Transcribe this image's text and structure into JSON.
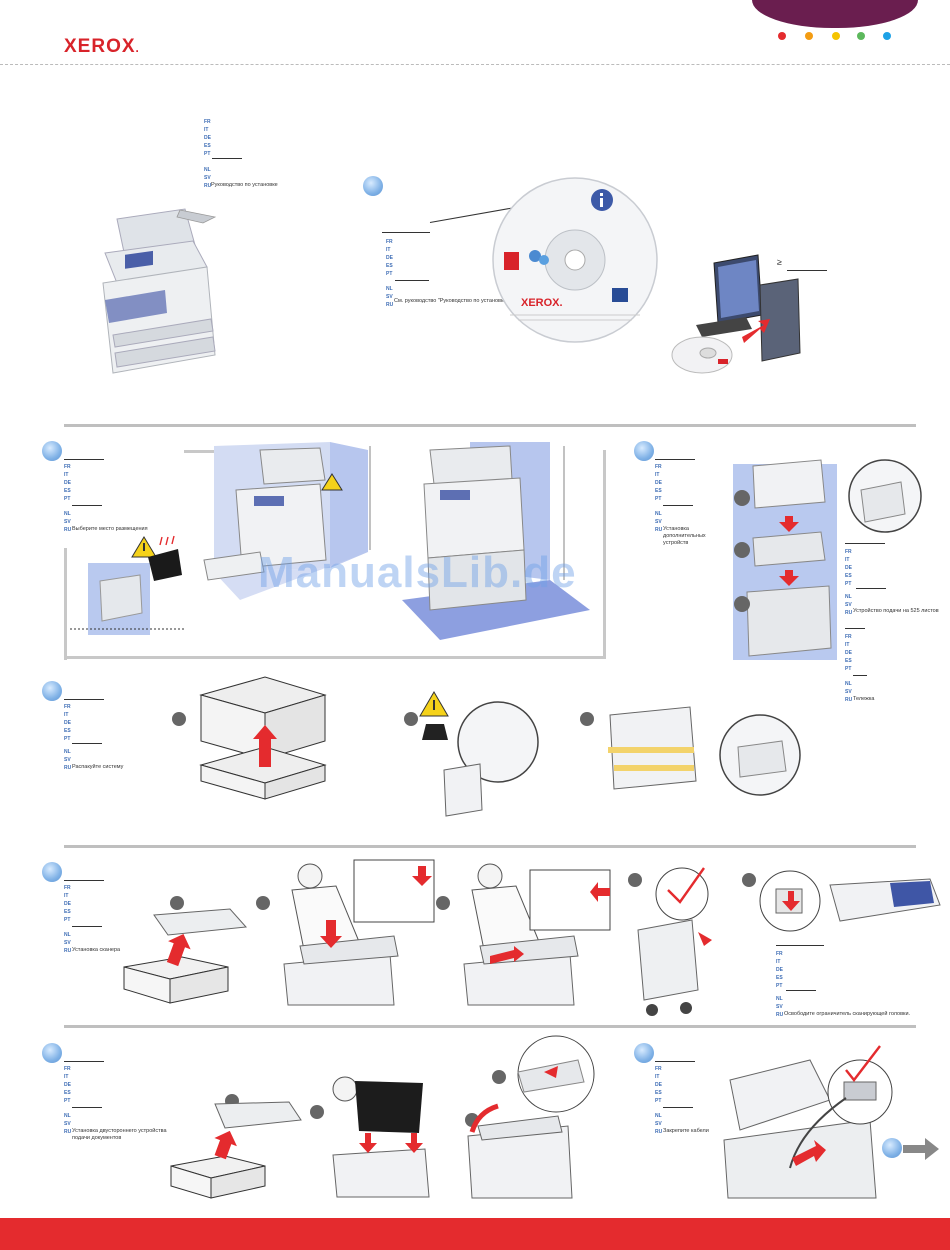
{
  "header": {
    "brand": "XEROX",
    "brand_dot": ".",
    "dots": [
      "#e42b2e",
      "#f39c12",
      "#f5c400",
      "#5cb85c",
      "#1da1e6"
    ],
    "tab_color": "#6a1e4f"
  },
  "langs_short": [
    "FR",
    "IT",
    "DE",
    "ES",
    "PT",
    "NL",
    "SV",
    "RU"
  ],
  "intro": {
    "install_guide": "Руководство по установке"
  },
  "cd": {
    "brand": "XEROX.",
    "see_guide": "См. руководство \"Руководство по установке\"",
    "ge_symbol": "≥"
  },
  "section_location": {
    "caption": "Выберите место размещения"
  },
  "section_options": {
    "caption": "Установка дополнительных устройств",
    "tray_caption": "Устройство подачи на 525 листов",
    "cart_caption": "Тележка"
  },
  "section_unpack": {
    "caption": "Распакуйте систему"
  },
  "section_scanner": {
    "caption": "Установка сканера",
    "lock_caption": "Освободите ограничитель сканирующей головки."
  },
  "section_dadf": {
    "caption_line1": "Установка двустороннего устройства",
    "caption_line2": "подачи документов"
  },
  "section_cable": {
    "caption": "Закрепите кабели"
  },
  "watermark": "ManualsLib.de",
  "colors": {
    "accent_red": "#e42b2e",
    "bullet_blue": "#7fb1e6",
    "lang_blue": "#3e6db5"
  }
}
